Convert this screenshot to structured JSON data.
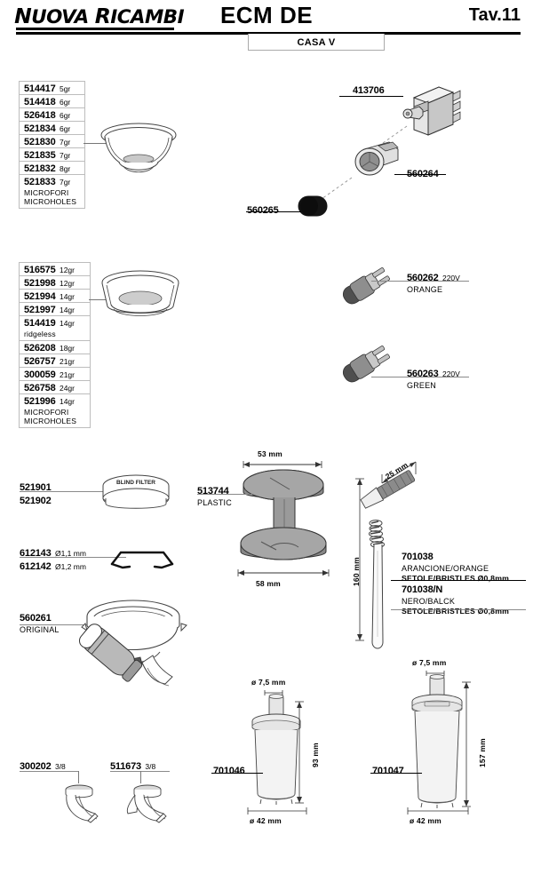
{
  "header": {
    "brand": "NUOVA RICAMBI",
    "model": "ECM DE",
    "plate": "Tav.11",
    "casa": "CASA V"
  },
  "groups": {
    "baskets_small": {
      "rows": [
        {
          "code": "514417",
          "qual": "5gr"
        },
        {
          "code": "514418",
          "qual": "6gr"
        },
        {
          "code": "526418",
          "qual": "6gr"
        },
        {
          "code": "521834",
          "qual": "6gr"
        },
        {
          "code": "521830",
          "qual": "7gr"
        },
        {
          "code": "521835",
          "qual": "7gr"
        },
        {
          "code": "521832",
          "qual": "8gr"
        },
        {
          "code": "521833",
          "qual": "7gr",
          "sub1": "MICROFORI",
          "sub2": "MICROHOLES"
        }
      ]
    },
    "baskets_large": {
      "rows": [
        {
          "code": "516575",
          "qual": "12gr"
        },
        {
          "code": "521998",
          "qual": "12gr"
        },
        {
          "code": "521994",
          "qual": "14gr"
        },
        {
          "code": "521997",
          "qual": "14gr"
        },
        {
          "code": "514419",
          "qual": "14gr",
          "sub1": "ridgeless"
        },
        {
          "code": "526208",
          "qual": "18gr"
        },
        {
          "code": "526757",
          "qual": "21gr"
        },
        {
          "code": "300059",
          "qual": "21gr"
        },
        {
          "code": "526758",
          "qual": "24gr"
        },
        {
          "code": "521996",
          "qual": "14gr",
          "sub1": "MICROFORI",
          "sub2": "MICROHOLES"
        }
      ]
    }
  },
  "labels": {
    "switch": {
      "code": "413706"
    },
    "lamp_holder": {
      "code": "560264"
    },
    "cap": {
      "code": "560265"
    },
    "lamp_orange": {
      "code": "560262",
      "unit": "220V",
      "sub": "ORANGE"
    },
    "lamp_green": {
      "code": "560263",
      "unit": "220V",
      "sub": "GREEN"
    },
    "blind_filter_1": {
      "code": "521901"
    },
    "blind_filter_2": {
      "code": "521902"
    },
    "blind_filter_text": "BLIND FILTER",
    "spring_1": {
      "code": "612143",
      "unit": "Ø1,1 mm"
    },
    "spring_2": {
      "code": "612142",
      "unit": "Ø1,2 mm"
    },
    "tamper": {
      "code": "513744",
      "sub": "PLASTIC"
    },
    "portafilter": {
      "code": "560261",
      "sub": "ORIGINAL"
    },
    "spout_1": {
      "code": "300202",
      "unit": "3/8"
    },
    "spout_2": {
      "code": "511673",
      "unit": "3/8"
    },
    "brush_orange": {
      "code": "701038",
      "sub1": "ARANCIONE/ORANGE",
      "sub2": "SETOLE/BRISTLES Ø0,8mm"
    },
    "brush_black": {
      "code": "701038/N",
      "sub1": "NERO/BALCK",
      "sub2": "SETOLE/BRISTLES Ø0,8mm"
    },
    "container_small": {
      "code": "701046"
    },
    "container_large": {
      "code": "701047"
    }
  },
  "dimensions": {
    "tamper_top": "53 mm",
    "tamper_bottom": "58 mm",
    "brush_tip": "25 mm",
    "brush_length": "160 mm",
    "container_small_height": "93 mm",
    "container_small_dia": "ø 42 mm",
    "container_small_stem": "ø 7,5 mm",
    "container_large_height": "157 mm",
    "container_large_dia": "ø 42 mm",
    "container_large_stem": "ø 7,5 mm"
  },
  "colors": {
    "ink": "#000000",
    "rule": "#8a8a8a",
    "metal_light": "#d9d9d9",
    "metal_mid": "#a8a8a8",
    "metal_dark": "#6e6e6e",
    "black_part": "#111111"
  }
}
